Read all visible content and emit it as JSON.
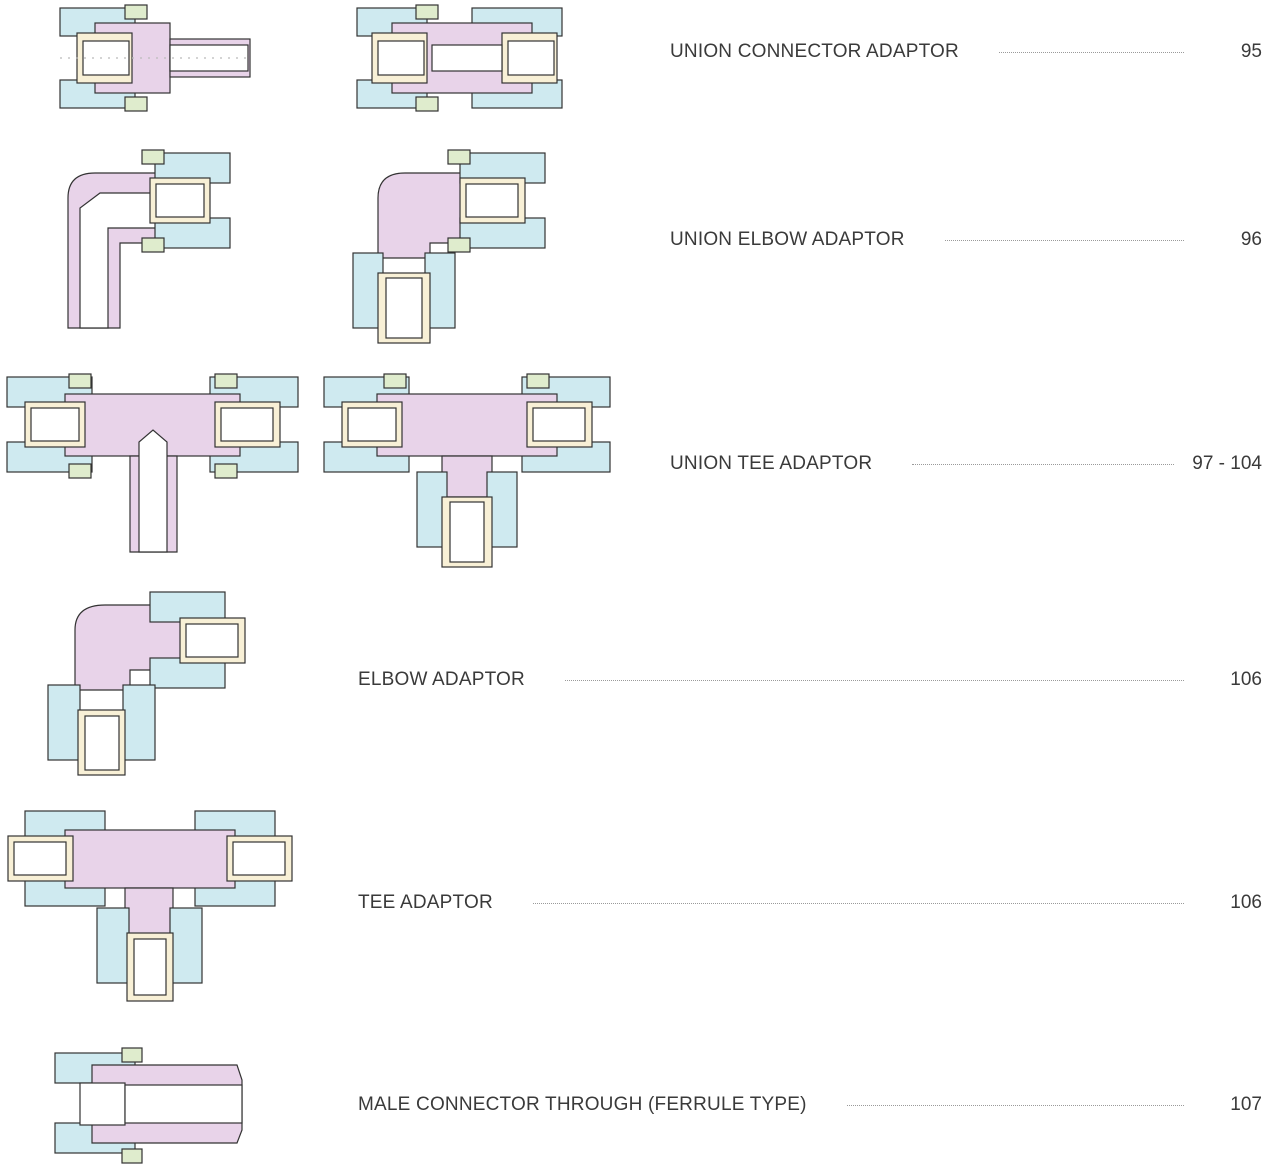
{
  "entries": [
    {
      "label": "UNION CONNECTOR ADAPTOR",
      "page": "95"
    },
    {
      "label": "UNION ELBOW ADAPTOR",
      "page": "96"
    },
    {
      "label": "UNION TEE ADAPTOR",
      "page": "97 - 104"
    },
    {
      "label": "ELBOW ADAPTOR",
      "page": "106"
    },
    {
      "label": "TEE ADAPTOR",
      "page": "106"
    },
    {
      "label": "MALE CONNECTOR THROUGH (FERRULE TYPE)",
      "page": "107"
    }
  ],
  "colors": {
    "body_blue": "#cfeaf0",
    "body_pink": "#e8d3e9",
    "ferrule_yellow": "#f8f0d6",
    "nut_green": "#dfeccd",
    "text": "#3a3a3a"
  }
}
